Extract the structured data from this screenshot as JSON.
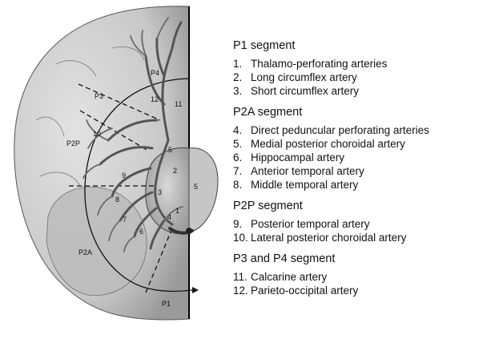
{
  "diagram": {
    "labels": {
      "p4": "P4",
      "p3": "P3",
      "p2p": "P2P",
      "p2a": "P2A",
      "p1": "P1",
      "n1": "1",
      "n2": "2",
      "n3": "3",
      "n4": "4",
      "n5a": "5",
      "n5b": "5",
      "n6": "6",
      "n7": "7",
      "n8": "8",
      "n9": "9",
      "n10": "10",
      "n11": "11",
      "n12": "12"
    }
  },
  "legend": {
    "groups": [
      {
        "title": "P1 segment",
        "items": [
          {
            "num": "1.",
            "text": "Thalamo-perforating arteries"
          },
          {
            "num": "2.",
            "text": "Long circumflex artery"
          },
          {
            "num": "3.",
            "text": "Short circumflex artery"
          }
        ]
      },
      {
        "title": "P2A segment",
        "items": [
          {
            "num": "4.",
            "text": "Direct peduncular perforating arteries"
          },
          {
            "num": "5.",
            "text": "Medial posterior choroidal artery"
          },
          {
            "num": "6.",
            "text": "Hippocampal artery"
          },
          {
            "num": "7.",
            "text": "Anterior temporal artery"
          },
          {
            "num": "8.",
            "text": "Middle temporal artery"
          }
        ]
      },
      {
        "title": "P2P segment",
        "items": [
          {
            "num": "9.",
            "text": "Posterior temporal artery"
          },
          {
            "num": "10.",
            "text": "Lateral posterior choroidal artery"
          }
        ]
      },
      {
        "title": "P3 and P4 segment",
        "items": [
          {
            "num": "11.",
            "text": "Calcarine artery"
          },
          {
            "num": "12.",
            "text": "Parieto-occipital artery"
          }
        ]
      }
    ]
  }
}
